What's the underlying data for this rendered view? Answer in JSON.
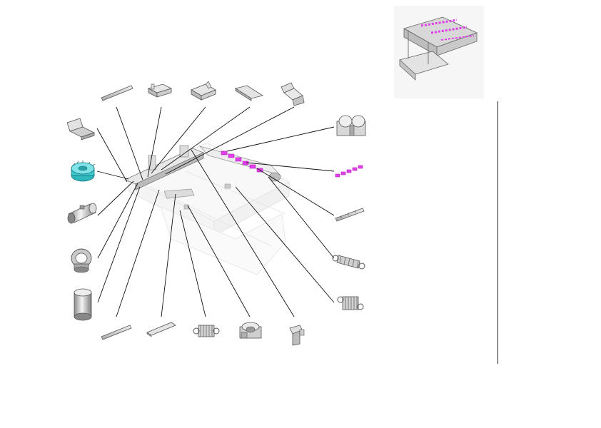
{
  "diagram": {
    "kind": "exploded-parts-view",
    "accent_colors": {
      "highlight_magenta": "#e040e8",
      "highlight_cyan": "#3cc9cf",
      "line_art": "#444444",
      "ghost_assembly": "#cfcfcf"
    },
    "parts": [
      {
        "id": "top-rod",
        "icon": "rod-icon"
      },
      {
        "id": "top-small-bracket",
        "icon": "bracket-icon"
      },
      {
        "id": "top-mount-bracket",
        "icon": "bracket-icon"
      },
      {
        "id": "top-long-plate",
        "icon": "plate-icon"
      },
      {
        "id": "top-right-bracket",
        "icon": "bracket-icon"
      },
      {
        "id": "left-bent-bracket",
        "icon": "bracket-icon"
      },
      {
        "id": "left-cyan-gear",
        "icon": "gear-icon"
      },
      {
        "id": "left-bushing",
        "icon": "bushing-icon"
      },
      {
        "id": "left-ring-gear",
        "icon": "ring-gear-icon"
      },
      {
        "id": "left-sleeve",
        "icon": "sleeve-icon"
      },
      {
        "id": "bottom-rod",
        "icon": "rod-icon"
      },
      {
        "id": "bottom-flat-plate",
        "icon": "plate-icon"
      },
      {
        "id": "bottom-spring",
        "icon": "spring-icon"
      },
      {
        "id": "bottom-gear-holder",
        "icon": "gear-holder-icon"
      },
      {
        "id": "bottom-bracket",
        "icon": "bracket-icon"
      },
      {
        "id": "right-roller-holder",
        "icon": "holder-icon"
      },
      {
        "id": "right-magenta-rollers",
        "icon": "roller-icon"
      },
      {
        "id": "right-shaft",
        "icon": "shaft-icon"
      },
      {
        "id": "right-spring-upper",
        "icon": "spring-icon"
      },
      {
        "id": "right-spring-lower",
        "icon": "spring-icon"
      }
    ]
  }
}
